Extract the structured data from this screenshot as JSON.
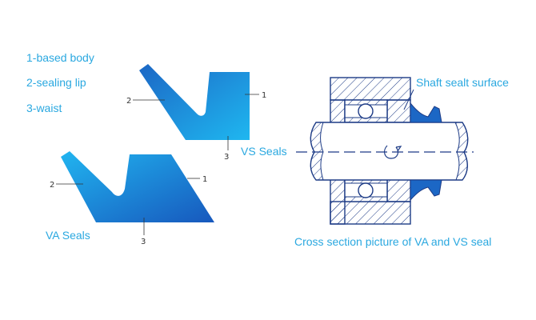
{
  "legend": {
    "items": [
      {
        "label": "1-based body"
      },
      {
        "label": "2-sealing lip"
      },
      {
        "label": "3-waist"
      }
    ]
  },
  "labels": {
    "vs_seals": "VS Seals",
    "va_seals": "VA Seals",
    "shaft_surface": "Shaft sealt surface",
    "cross_section": "Cross section picture of VA and VS seal"
  },
  "markers": {
    "one": "1",
    "two": "2",
    "three": "3"
  },
  "colors": {
    "seal_light": "#1fb1ee",
    "seal_dark": "#1c67c5",
    "label_blue": "#2aa8e0",
    "line": "#1d3b86"
  }
}
